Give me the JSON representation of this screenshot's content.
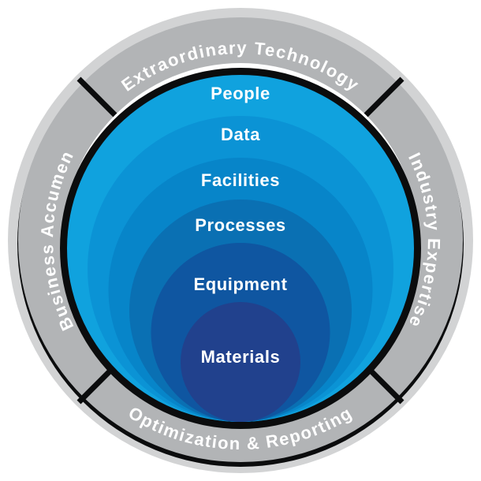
{
  "diagram": {
    "background_color": "#ffffff",
    "outer_ring_color": "#d2d3d4",
    "band": {
      "color": "#b2b4b6",
      "divider_color": "#0b0c0d",
      "text_color": "#ffffff",
      "segments": [
        {
          "position": "top",
          "label": "Extraordinary Technology"
        },
        {
          "position": "right",
          "label": "Industry Expertise"
        },
        {
          "position": "bottom",
          "label": "Optimization & Reporting"
        },
        {
          "position": "left",
          "label": "Business Accumen"
        }
      ]
    },
    "gap_color": "#ffffff",
    "inner_border_color": "#0b0c0d",
    "label_color": "#ffffff",
    "rings": [
      {
        "label": "People",
        "color": "#10a2de"
      },
      {
        "label": "Data",
        "color": "#0b93d5"
      },
      {
        "label": "Facilities",
        "color": "#0785c9"
      },
      {
        "label": "Processes",
        "color": "#0a70b3"
      },
      {
        "label": "Equipment",
        "color": "#0f56a1"
      },
      {
        "label": "Materials",
        "color": "#21418d"
      }
    ]
  }
}
